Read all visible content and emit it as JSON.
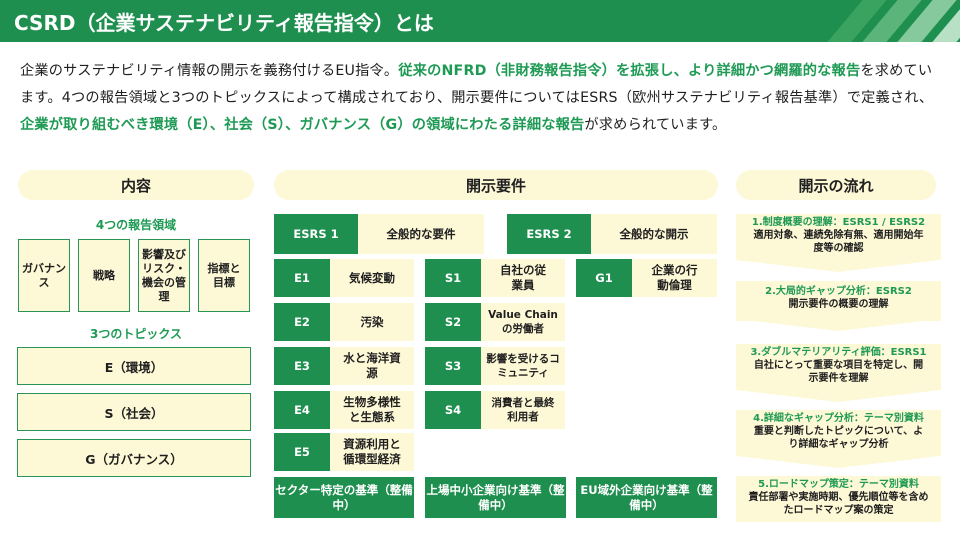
{
  "header": {
    "title": "CSRD（企業サステナビリティ報告指令）とは",
    "background_color": "#1e8f4f",
    "accent_color": "#1f9a55"
  },
  "intro": {
    "p1": "企業のサステナビリティ情報の開示を義務付けるEU指令。",
    "h1": "従来のNFRD（非財務報告指令）を拡張し、より詳細かつ網羅的な報告",
    "p2": "を求めています。4つの報告領域と3つのトピックスによって構成されており、開示要件についてはESRS（欧州サステナビリティ報告基準）で定義され、",
    "h2": "企業が取り組むべき環境（E）、社会（S）、ガバナンス（G）の領域にわたる詳細な報告",
    "p3": "が求められています。"
  },
  "left": {
    "heading": "内容",
    "domains_title": "4つの報告領域",
    "domains": [
      "ガバナンス",
      "戦略",
      "影響及びリスク・機会の管理",
      "指標と目標"
    ],
    "topics_title": "3つのトピックス",
    "topics": [
      "E（環境）",
      "S（社会）",
      "G（ガバナンス）"
    ]
  },
  "middle": {
    "heading": "開示要件",
    "esrs1": {
      "code": "ESRS 1",
      "label": "全般的な要件"
    },
    "esrs2": {
      "code": "ESRS 2",
      "label": "全般的な開示"
    },
    "e": [
      {
        "code": "E1",
        "label": "気候変動"
      },
      {
        "code": "E2",
        "label": "汚染"
      },
      {
        "code": "E3",
        "label": "水と海洋資源"
      },
      {
        "code": "E4",
        "label": "生物多様性と生態系"
      },
      {
        "code": "E5",
        "label": "資源利用と循環型経済"
      }
    ],
    "s": [
      {
        "code": "S1",
        "label": "自社の従業員"
      },
      {
        "code": "S2",
        "label": "Value Chainの労働者"
      },
      {
        "code": "S3",
        "label": "影響を受けるコミュニティ"
      },
      {
        "code": "S4",
        "label": "消費者と最終利用者"
      }
    ],
    "g": [
      {
        "code": "G1",
        "label": "企業の行動倫理"
      }
    ],
    "bottom": [
      "セクター特定の基準（整備中）",
      "上場中小企業向け基準（整備中）",
      "EU域外企業向け基準（整備中）"
    ]
  },
  "flow": {
    "heading": "開示の流れ",
    "steps": [
      {
        "title": "1.制度概要の理解：ESRS1 / ESRS2",
        "body": "適用対象、連続免除有無、適用開始年度等の確認"
      },
      {
        "title": "2.大局的ギャップ分析：ESRS2",
        "body": "開示要件の概要の理解"
      },
      {
        "title": "3.ダブルマテリアリティ評価：ESRS1",
        "body": "自社にとって重要な項目を特定し、開示要件を理解"
      },
      {
        "title": "4.詳細なギャップ分析：テーマ別資料",
        "body": "重要と判断したトピックについて、より詳細なギャップ分析"
      },
      {
        "title": "5.ロードマップ策定：テーマ別資料",
        "body": "責任部署や実施時期、優先順位等を含めたロードマップ案の策定"
      }
    ]
  }
}
